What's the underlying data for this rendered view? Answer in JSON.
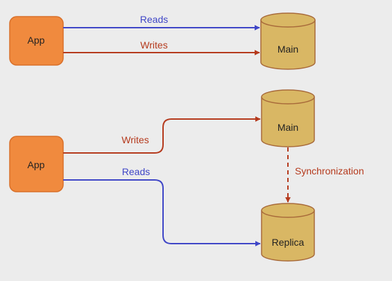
{
  "colors": {
    "background": "#ececec",
    "app_fill": "#f08a3e",
    "app_stroke": "#d9702a",
    "db_fill": "#d9b764",
    "db_stroke": "#a86a3a",
    "reads": "#3f46c7",
    "writes": "#b53a1d"
  },
  "diagram": {
    "top": {
      "app": {
        "label": "App"
      },
      "db": {
        "label": "Main"
      },
      "reads": {
        "label": "Reads"
      },
      "writes": {
        "label": "Writes"
      }
    },
    "bottom": {
      "app": {
        "label": "App"
      },
      "main": {
        "label": "Main"
      },
      "replica": {
        "label": "Replica"
      },
      "writes": {
        "label": "Writes"
      },
      "reads": {
        "label": "Reads"
      },
      "sync": {
        "label": "Synchronization"
      }
    }
  }
}
